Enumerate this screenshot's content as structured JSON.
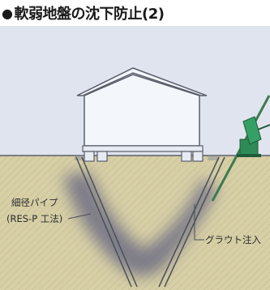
{
  "heading": {
    "bullet": "●",
    "title": "軟弱地盤の沈下防止(2)"
  },
  "labels": {
    "pipe_line1": "細径パイプ",
    "pipe_line2": "(RES-P 工法)",
    "grout": "グラウト注入"
  },
  "colors": {
    "sky": "#dfe4ee",
    "ground": "#d7cfa6",
    "ground_hatch": "#c7be92",
    "grout_shadow": "#6f6f84",
    "house_fill": "#f3f6fb",
    "house_stroke": "#5a5f6a",
    "machine": "#2e8b57"
  }
}
